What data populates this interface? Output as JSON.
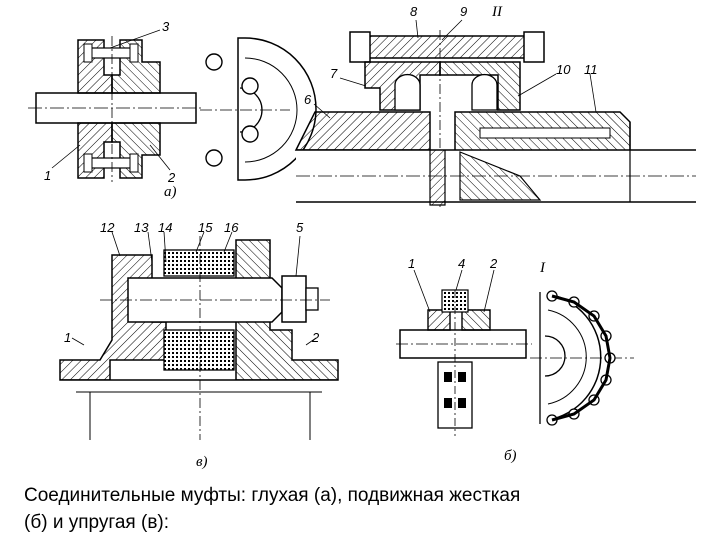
{
  "caption": {
    "line1": "Соединительные муфты: глухая (а), подвижная жесткая",
    "line2": "(б) и упругая (в):"
  },
  "views": {
    "a": {
      "sublabel": "а)",
      "part_labels": {
        "flange_left": "1",
        "flange_right": "2",
        "bolt": "3"
      }
    },
    "b_section": {
      "roman": "II",
      "part_labels": {
        "stud": "8",
        "pin": "9",
        "hub_left": "7",
        "shaft_left": "6",
        "ring": "10",
        "sleeve": "11"
      }
    },
    "c": {
      "sublabel": "в)",
      "part_labels": {
        "flange_left": "1",
        "flange_right": "2",
        "body": "12",
        "washer": "13",
        "bushing": "14",
        "ring": "15",
        "spacer": "16",
        "nut": "5"
      }
    },
    "b": {
      "sublabel": "б)",
      "roman": "I",
      "part_labels": {
        "sprocket_left": "1",
        "chain": "4",
        "sprocket_right": "2"
      }
    }
  }
}
